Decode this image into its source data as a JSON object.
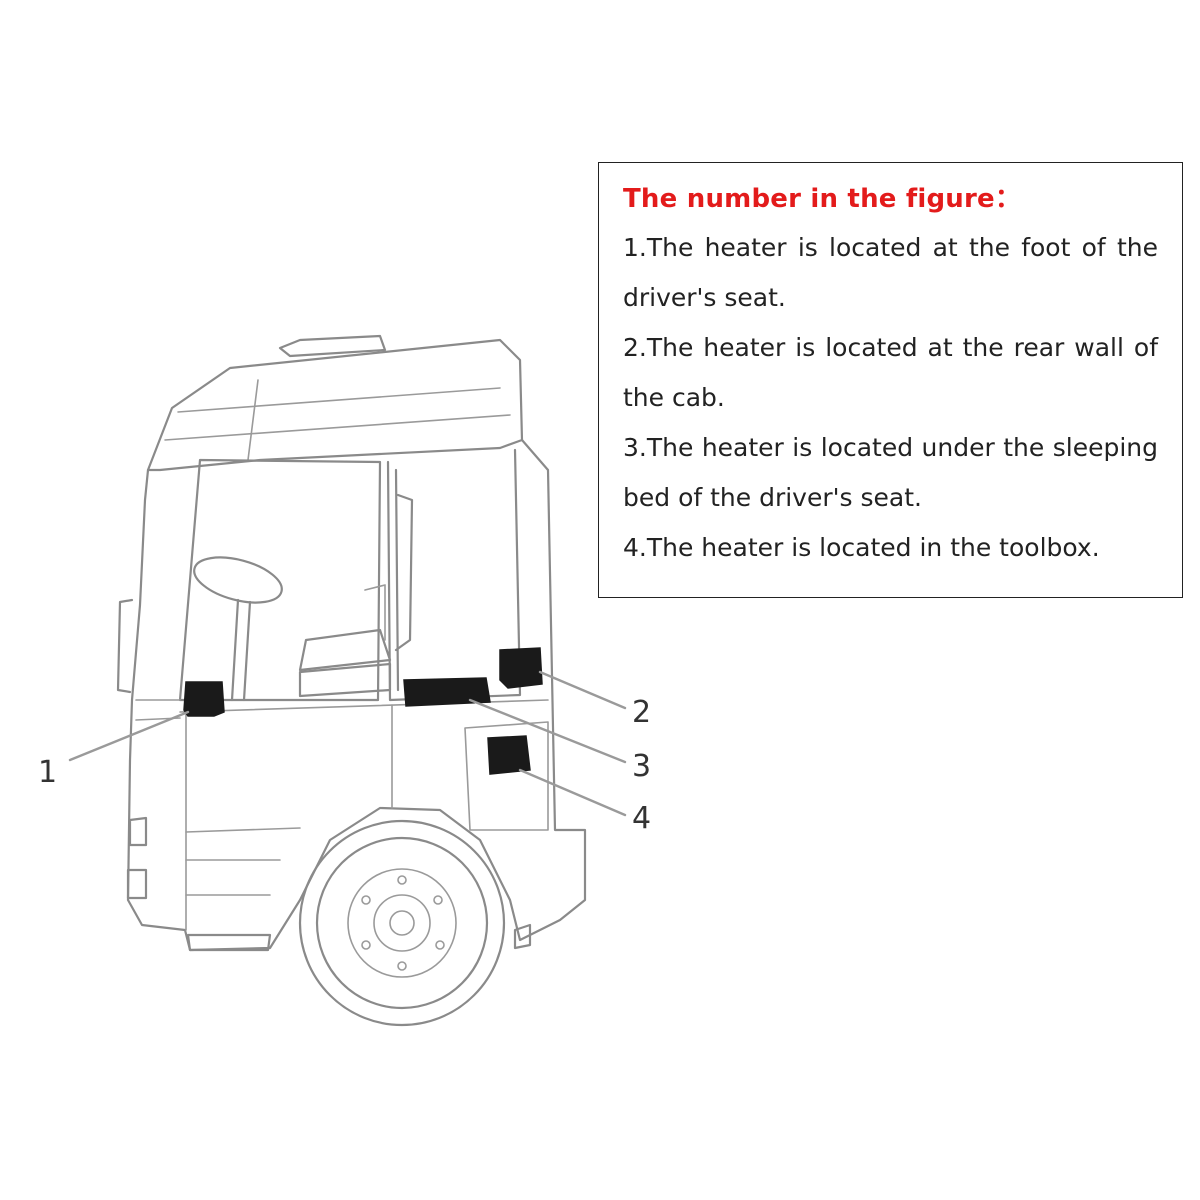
{
  "legend": {
    "title": "The number in the figure：",
    "items": [
      "1.The heater is located at the foot of the driver's seat.",
      "2.The heater is located at the rear wall of the cab.",
      "3.The heater is located under the sleeping bed of the driver's seat.",
      "4.The heater is located in the toolbox."
    ]
  },
  "callouts": [
    "1",
    "2",
    "3",
    "4"
  ]
}
